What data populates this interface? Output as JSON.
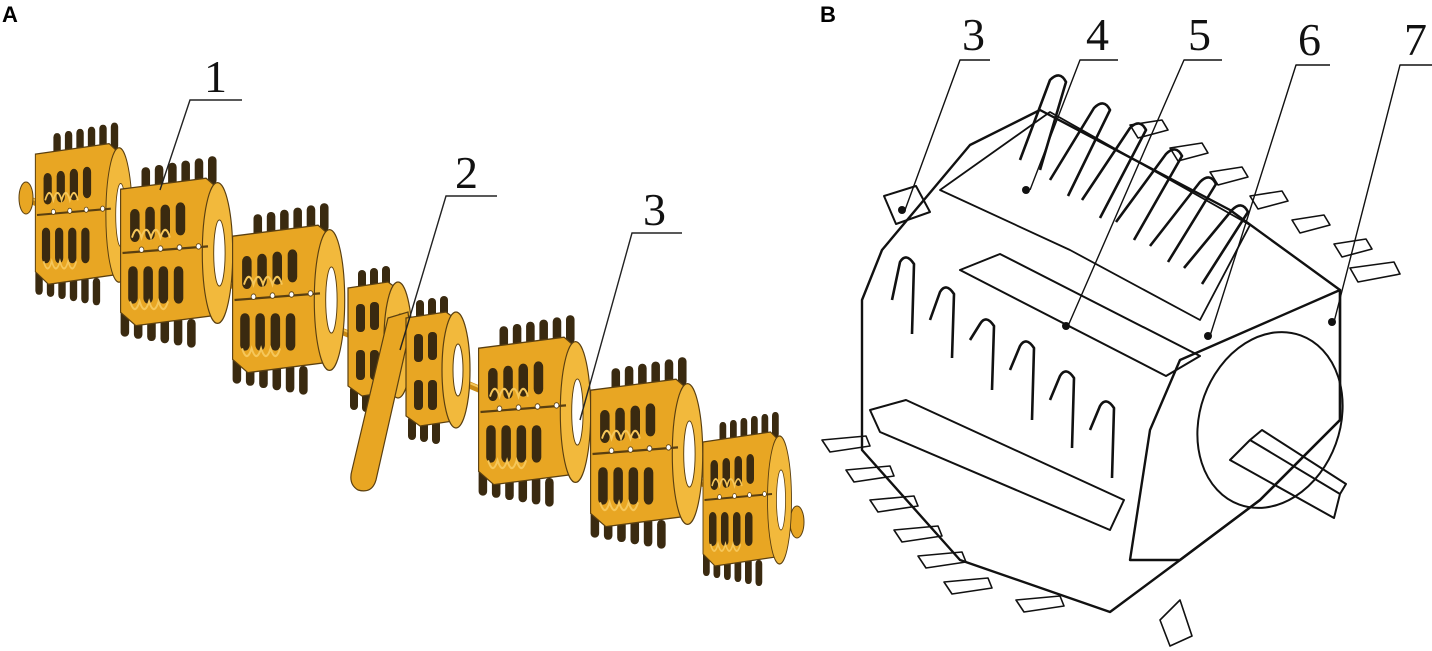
{
  "panels": [
    {
      "letter": "A",
      "callouts": [
        "1",
        "2",
        "3"
      ]
    },
    {
      "letter": "B",
      "callouts": [
        "3",
        "4",
        "5",
        "6",
        "7"
      ]
    }
  ],
  "colors": {
    "part_fill": "#e8a623",
    "part_dark": "#3a2a10",
    "part_light": "#f6c75a",
    "line": "#111111"
  }
}
